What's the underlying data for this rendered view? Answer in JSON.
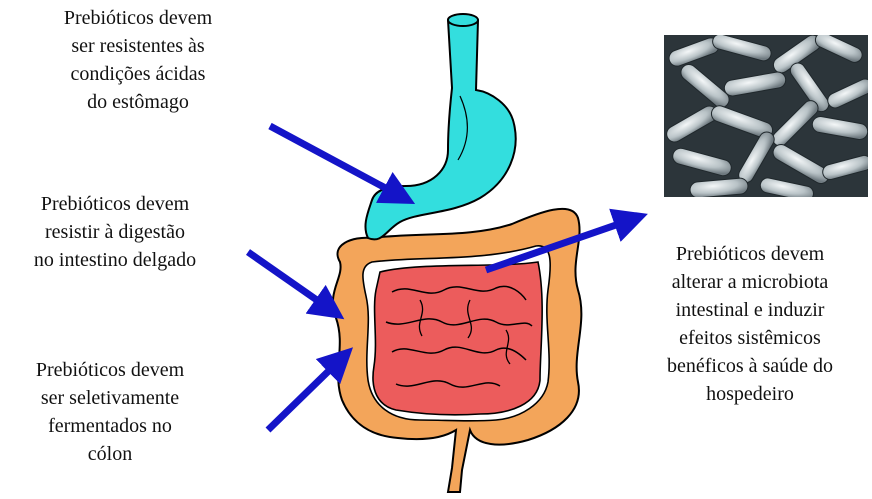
{
  "labels": {
    "stomach": "Prebióticos devem\nser resistentes às\ncondições ácidas\ndo estômago",
    "small_intestine": "Prebióticos devem\nresistir à digestão\nno intestino delgado",
    "colon": "Prebióticos devem\nser seletivamente\nfermentados no\ncólon",
    "microbiota": "Prebióticos devem\nalterar a microbiota\nintestinal e induzir\nefeitos sistêmicos\nbenéficos à saúde do\nhospedeiro"
  },
  "colors": {
    "stomach": "#33dede",
    "colon": "#f3a55a",
    "small_intestine": "#ec5c5c",
    "arrow": "#1414c8",
    "outline": "#000000"
  },
  "icons": [
    "arrow-icon",
    "bacteria-micrograph"
  ]
}
